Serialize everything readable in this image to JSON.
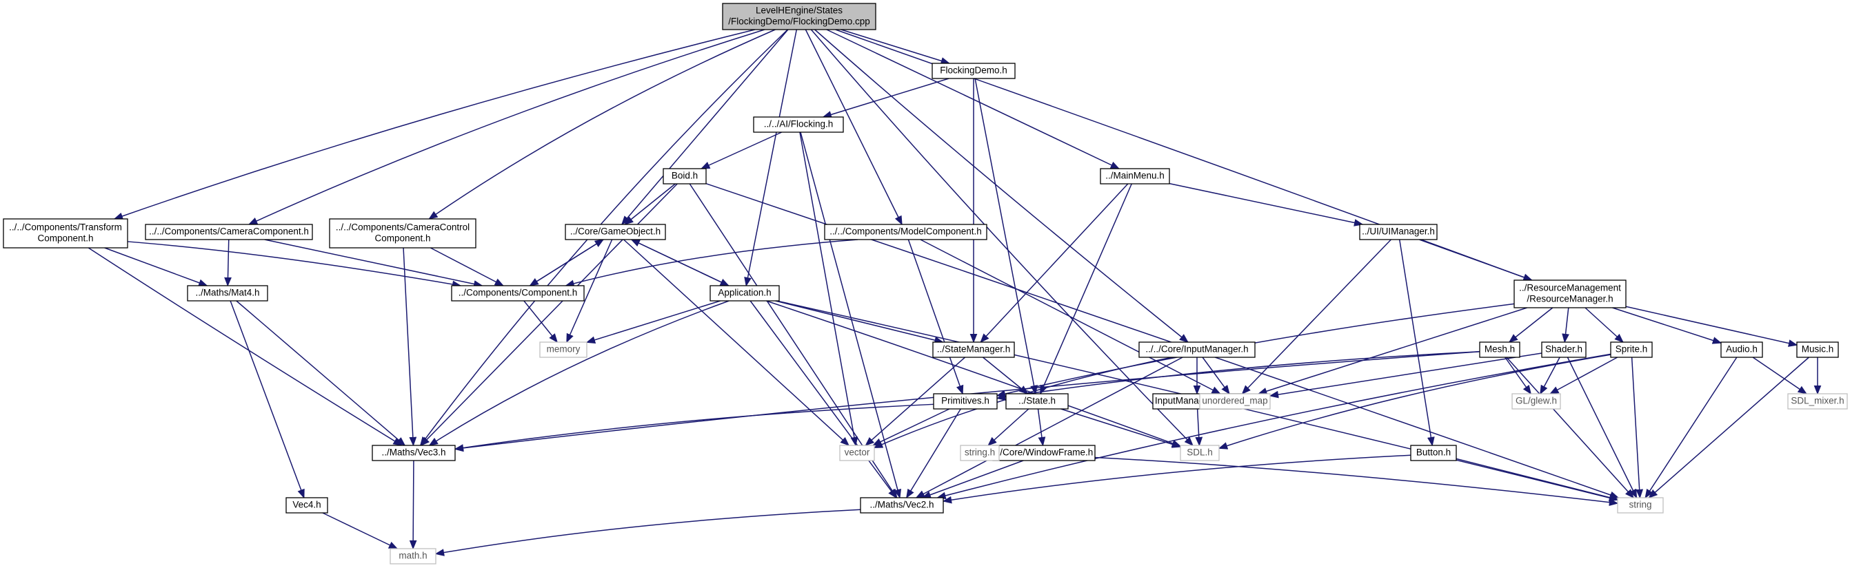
{
  "colors": {
    "edge": "#191970",
    "root_fill": "#bfbfbf",
    "node_border": "#000000",
    "ext_border": "#bfbfbf",
    "ext_text": "#555555",
    "text": "#000000"
  },
  "nodes": [
    {
      "id": "root",
      "label": "LevelHEngine/States/FlockingDemo/FlockingDemo.cpp",
      "lines": [
        "LevelHEngine/States",
        "/FlockingDemo/FlockingDemo.cpp"
      ],
      "kind": "root"
    },
    {
      "id": "flockingdemo_h",
      "lines": [
        "FlockingDemo.h"
      ],
      "kind": "file"
    },
    {
      "id": "ai_flocking",
      "lines": [
        "../../AI/Flocking.h"
      ],
      "kind": "file"
    },
    {
      "id": "boid",
      "lines": [
        "Boid.h"
      ],
      "kind": "file"
    },
    {
      "id": "gameobject",
      "lines": [
        "../Core/GameObject.h"
      ],
      "kind": "file"
    },
    {
      "id": "application",
      "lines": [
        "Application.h"
      ],
      "kind": "file"
    },
    {
      "id": "statemanager",
      "lines": [
        "../StateManager.h"
      ],
      "kind": "file"
    },
    {
      "id": "state",
      "lines": [
        "../State.h"
      ],
      "kind": "file"
    },
    {
      "id": "transform",
      "lines": [
        "../../Components/Transform",
        "Component.h"
      ],
      "kind": "file"
    },
    {
      "id": "camera",
      "lines": [
        "../../Components/CameraComponent.h"
      ],
      "kind": "file"
    },
    {
      "id": "cameracontrol",
      "lines": [
        "../../Components/CameraControl",
        "Component.h"
      ],
      "kind": "file"
    },
    {
      "id": "model",
      "lines": [
        "../../Components/ModelComponent.h"
      ],
      "kind": "file"
    },
    {
      "id": "component",
      "lines": [
        "../Components/Component.h"
      ],
      "kind": "file"
    },
    {
      "id": "mat4",
      "lines": [
        "../Maths/Mat4.h"
      ],
      "kind": "file"
    },
    {
      "id": "vec3",
      "lines": [
        "../Maths/Vec3.h"
      ],
      "kind": "file"
    },
    {
      "id": "vec4",
      "lines": [
        "Vec4.h"
      ],
      "kind": "file"
    },
    {
      "id": "math",
      "lines": [
        "math.h"
      ],
      "kind": "ext"
    },
    {
      "id": "vec2",
      "lines": [
        "../Maths/Vec2.h"
      ],
      "kind": "file"
    },
    {
      "id": "memory",
      "lines": [
        "memory"
      ],
      "kind": "ext"
    },
    {
      "id": "vector",
      "lines": [
        "vector"
      ],
      "kind": "ext"
    },
    {
      "id": "primitives",
      "lines": [
        "Primitives.h"
      ],
      "kind": "file"
    },
    {
      "id": "mainmenu",
      "lines": [
        "../MainMenu.h"
      ],
      "kind": "file"
    },
    {
      "id": "uimanager",
      "lines": [
        "../UI/UIManager.h"
      ],
      "kind": "file"
    },
    {
      "id": "resourcemanager",
      "lines": [
        "../ResourceManagement",
        "/ResourceManager.h"
      ],
      "kind": "file"
    },
    {
      "id": "inputmanager",
      "lines": [
        "../../Core/InputManager.h"
      ],
      "kind": "file"
    },
    {
      "id": "inputdefs",
      "lines": [
        "InputManagerDefs.h"
      ],
      "kind": "file"
    },
    {
      "id": "windowframe",
      "lines": [
        "../Core/WindowFrame.h"
      ],
      "kind": "file"
    },
    {
      "id": "stringh",
      "lines": [
        "string.h"
      ],
      "kind": "ext"
    },
    {
      "id": "sdl",
      "lines": [
        "SDL.h"
      ],
      "kind": "ext"
    },
    {
      "id": "unordered_map",
      "lines": [
        "unordered_map"
      ],
      "kind": "ext"
    },
    {
      "id": "mesh",
      "lines": [
        "Mesh.h"
      ],
      "kind": "file"
    },
    {
      "id": "shader",
      "lines": [
        "Shader.h"
      ],
      "kind": "file"
    },
    {
      "id": "sprite",
      "lines": [
        "Sprite.h"
      ],
      "kind": "file"
    },
    {
      "id": "audio",
      "lines": [
        "Audio.h"
      ],
      "kind": "file"
    },
    {
      "id": "music",
      "lines": [
        "Music.h"
      ],
      "kind": "file"
    },
    {
      "id": "glew",
      "lines": [
        "GL/glew.h"
      ],
      "kind": "ext"
    },
    {
      "id": "sdl_mixer",
      "lines": [
        "SDL_mixer.h"
      ],
      "kind": "ext"
    },
    {
      "id": "button",
      "lines": [
        "Button.h"
      ],
      "kind": "file"
    },
    {
      "id": "string",
      "lines": [
        "string"
      ],
      "kind": "ext"
    }
  ]
}
